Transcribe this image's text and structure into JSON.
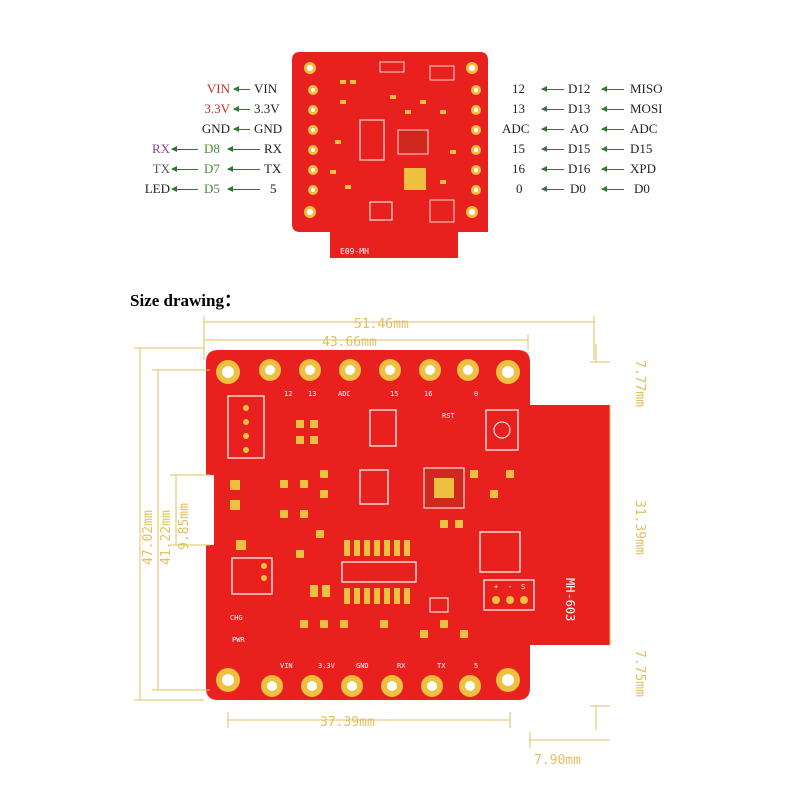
{
  "top_board": {
    "label": "E09-MH"
  },
  "left_pins": [
    {
      "outer": "VIN",
      "inner": "VIN",
      "outer_color": "red"
    },
    {
      "outer": "3.3V",
      "inner": "3.3V",
      "outer_color": "red"
    },
    {
      "outer": "GND",
      "inner": "GND",
      "outer_color": "black"
    },
    {
      "outer": "RX",
      "mid": "D8",
      "inner": "RX",
      "outer_color": "purple"
    },
    {
      "outer": "TX",
      "mid": "D7",
      "inner": "TX",
      "outer_color": "gray"
    },
    {
      "outer": "LED",
      "mid": "D5",
      "inner": "5",
      "outer_color": "black"
    }
  ],
  "right_pins": [
    {
      "num": "12",
      "mid": "D12",
      "outer": "MISO"
    },
    {
      "num": "13",
      "mid": "D13",
      "outer": "MOSI"
    },
    {
      "num": "ADC",
      "mid": "AO",
      "outer": "ADC"
    },
    {
      "num": "15",
      "mid": "D15",
      "outer": "D15"
    },
    {
      "num": "16",
      "mid": "D16",
      "outer": "XPD"
    },
    {
      "num": "0",
      "mid": "D0",
      "outer": "D0"
    }
  ],
  "size_title": "Size drawing：",
  "dimensions": {
    "total_width": "51.46mm",
    "pad_width": "43.66mm",
    "top_tab": "7.77mm",
    "total_height": "47.02mm",
    "pad_height": "41.22mm",
    "notch": "9.85mm",
    "tab_height": "31.39mm",
    "bottom_tab": "7.75mm",
    "bottom_width": "37.39mm",
    "tab_width": "7.90mm"
  },
  "board": {
    "top_labels": [
      "12",
      "13",
      "ADC",
      "15",
      "16",
      "0"
    ],
    "bottom_labels": [
      "VIN",
      "3.3V",
      "GND",
      "RX",
      "TX",
      "5"
    ],
    "rst_label": "RST",
    "model_label": "MH-603",
    "pwr_label": "PWR",
    "chg_label": "CHG",
    "conn_labels": [
      "+",
      "-",
      "S"
    ]
  },
  "colors": {
    "pcb": "#e8211e",
    "gold": "#f0c040",
    "dimension": "#e0c060",
    "arrow": "#2f7a2f"
  }
}
